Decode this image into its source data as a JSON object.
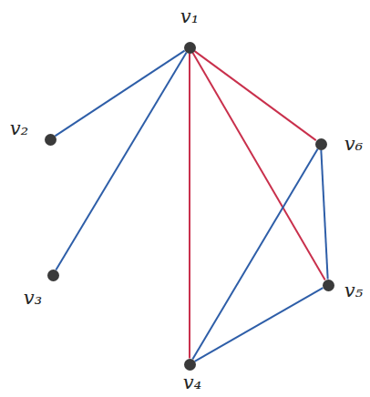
{
  "diagram": {
    "nodes": [
      {
        "text": [
          "v₁"
        ]
      },
      {
        "text": [
          "v₂"
        ]
      },
      {
        "text": [
          "v₃"
        ]
      },
      {
        "text": [
          "v₄"
        ]
      },
      {
        "text": [
          "v₅"
        ]
      },
      {
        "text": [
          "v₆"
        ]
      }
    ],
    "edges": [
      {
        "from": 0,
        "to": 1,
        "arrow": "none"
      },
      {
        "from": 0,
        "to": 2,
        "arrow": "none"
      },
      {
        "from": 0,
        "to": 3,
        "arrow": "none"
      },
      {
        "from": 0,
        "to": 4,
        "arrow": "none"
      },
      {
        "from": 0,
        "to": 5,
        "arrow": "none"
      },
      {
        "from": 3,
        "to": 5,
        "arrow": "none"
      },
      {
        "from": 3,
        "to": 4,
        "arrow": "none"
      },
      {
        "from": 4,
        "to": 5,
        "arrow": "none"
      }
    ]
  }
}
